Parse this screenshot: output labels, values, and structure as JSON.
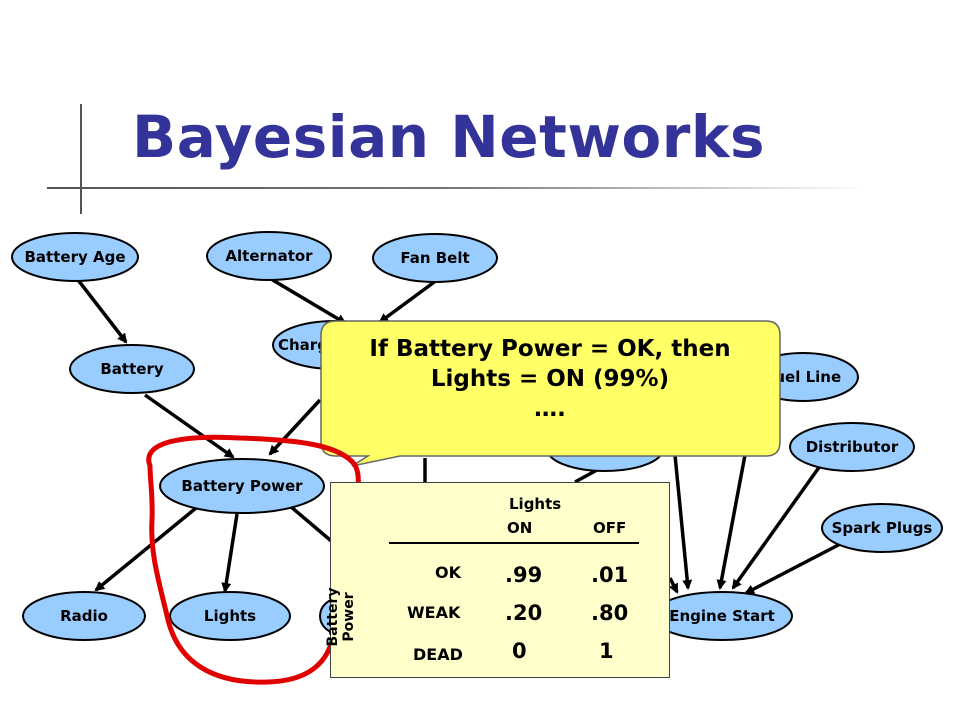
{
  "slide": {
    "title": "Bayesian Networks"
  },
  "nodes": {
    "battery_age": "Battery Age",
    "alternator": "Alternator",
    "fan_belt": "Fan Belt",
    "charge": "Charge",
    "battery": "Battery",
    "fuel_line": "Fuel Line",
    "distributor": "Distributor",
    "battery_power": "Battery Power",
    "spark_plugs": "Spark Plugs",
    "radio": "Radio",
    "lights": "Lights",
    "engine_start": "Engine Start"
  },
  "callout": {
    "line1": "If Battery Power = OK, then",
    "line2": "Lights = ON (99%)",
    "line3": "…."
  },
  "cpt": {
    "column_variable": "Lights",
    "row_variable_line1": "Battery",
    "row_variable_line2": "Power",
    "columns": [
      "ON",
      "OFF"
    ],
    "rows": [
      {
        "label": "OK",
        "values": [
          ".99",
          ".01"
        ]
      },
      {
        "label": "WEAK",
        "values": [
          ".20",
          ".80"
        ]
      },
      {
        "label": "DEAD",
        "values": [
          "0",
          "1"
        ]
      }
    ]
  },
  "colors": {
    "title": "#333399",
    "node_fill": "#99ccff",
    "callout_fill": "#ffff66",
    "table_fill": "#ffffcc",
    "highlight": "#e00000"
  }
}
